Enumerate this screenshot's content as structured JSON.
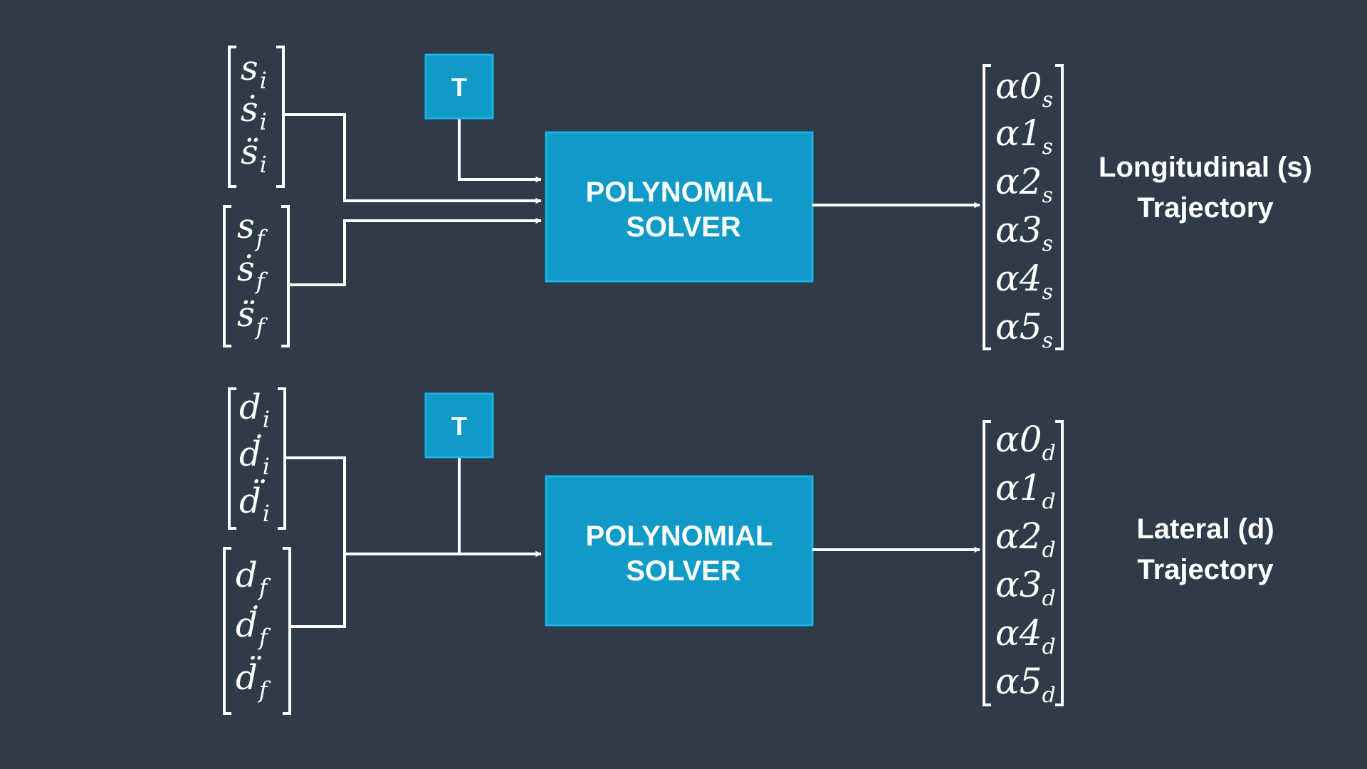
{
  "top": {
    "initial": [
      {
        "base": "s",
        "dots": 0,
        "sub": "i"
      },
      {
        "base": "s",
        "dots": 1,
        "sub": "i"
      },
      {
        "base": "s",
        "dots": 2,
        "sub": "i"
      }
    ],
    "final": [
      {
        "base": "s",
        "dots": 0,
        "sub": "f"
      },
      {
        "base": "s",
        "dots": 1,
        "sub": "f"
      },
      {
        "base": "s",
        "dots": 2,
        "sub": "f"
      }
    ],
    "t_label": "T",
    "solver_line1": "POLYNOMIAL",
    "solver_line2": "SOLVER",
    "coefficients": [
      {
        "base": "α0",
        "sub": "s"
      },
      {
        "base": "α1",
        "sub": "s"
      },
      {
        "base": "α2",
        "sub": "s"
      },
      {
        "base": "α3",
        "sub": "s"
      },
      {
        "base": "α4",
        "sub": "s"
      },
      {
        "base": "α5",
        "sub": "s"
      }
    ],
    "label_line1": "Longitudinal (s)",
    "label_line2": "Trajectory"
  },
  "bottom": {
    "initial": [
      {
        "base": "d",
        "dots": 0,
        "sub": "i"
      },
      {
        "base": "d",
        "dots": 1,
        "sub": "i"
      },
      {
        "base": "d",
        "dots": 2,
        "sub": "i"
      }
    ],
    "final": [
      {
        "base": "d",
        "dots": 0,
        "sub": "f"
      },
      {
        "base": "d",
        "dots": 1,
        "sub": "f"
      },
      {
        "base": "d",
        "dots": 2,
        "sub": "f"
      }
    ],
    "t_label": "T",
    "solver_line1": "POLYNOMIAL",
    "solver_line2": "SOLVER",
    "coefficients": [
      {
        "base": "α0",
        "sub": "d"
      },
      {
        "base": "α1",
        "sub": "d"
      },
      {
        "base": "α2",
        "sub": "d"
      },
      {
        "base": "α3",
        "sub": "d"
      },
      {
        "base": "α4",
        "sub": "d"
      },
      {
        "base": "α5",
        "sub": "d"
      }
    ],
    "label_line1": "Lateral (d)",
    "label_line2": "Trajectory"
  },
  "colors": {
    "background": "#2f3b49",
    "box_fill": "#0f9ac8",
    "box_border": "#17b4ea",
    "line": "#ffffff"
  }
}
